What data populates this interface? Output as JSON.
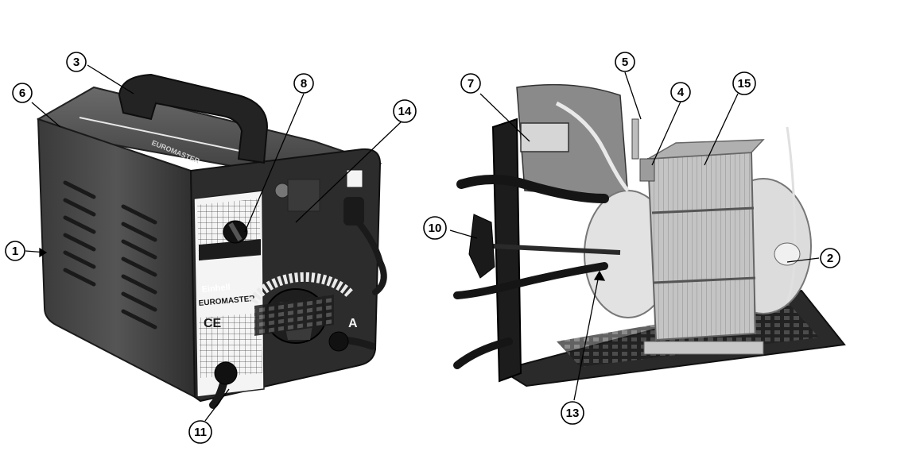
{
  "figure": {
    "left_photo": {
      "brand": "Einhell",
      "model": "EUROMASTER",
      "ce_mark": "CE",
      "terminal_label": "A",
      "handle_text": "EUROMASTER"
    },
    "callouts": [
      {
        "id": "1",
        "label": "1"
      },
      {
        "id": "2",
        "label": "2"
      },
      {
        "id": "3",
        "label": "3"
      },
      {
        "id": "4",
        "label": "4"
      },
      {
        "id": "5",
        "label": "5"
      },
      {
        "id": "6",
        "label": "6"
      },
      {
        "id": "7",
        "label": "7"
      },
      {
        "id": "8",
        "label": "8"
      },
      {
        "id": "10",
        "label": "10"
      },
      {
        "id": "11",
        "label": "11"
      },
      {
        "id": "13",
        "label": "13"
      },
      {
        "id": "14",
        "label": "14"
      },
      {
        "id": "15",
        "label": "15"
      }
    ]
  },
  "colors": {
    "housing_dark": "#2a2a2a",
    "housing_mid": "#4a4a4a",
    "plate_white": "#f4f4f4",
    "core_gray": "#b9b9b9",
    "coil_light": "#e6e6e6"
  }
}
